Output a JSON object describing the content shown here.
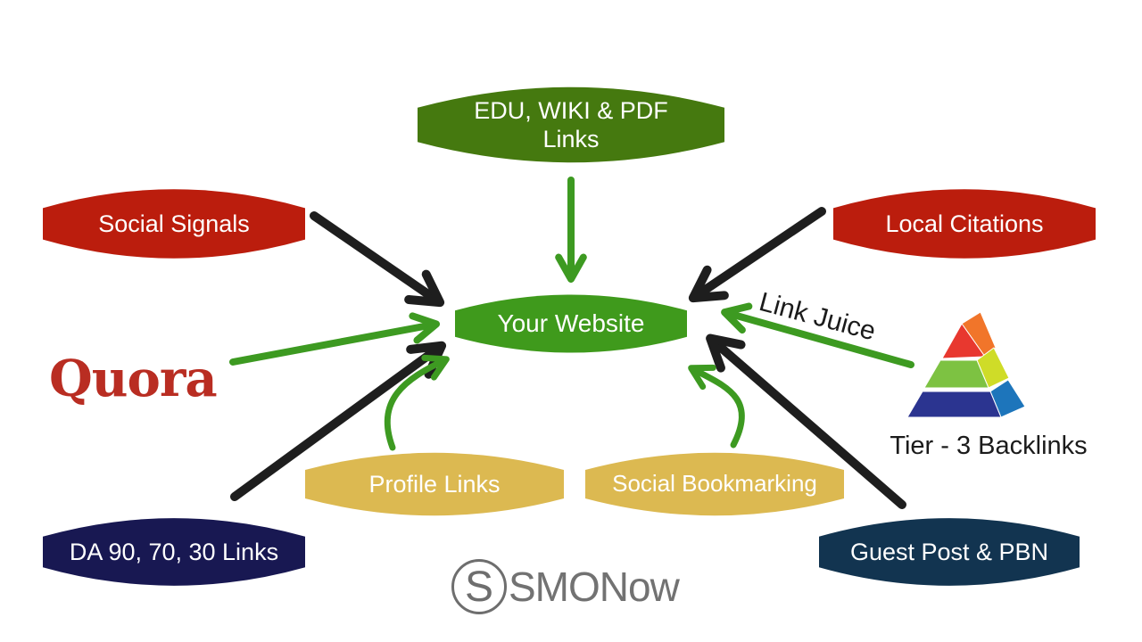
{
  "nodes": {
    "edu": {
      "label": "EDU, WIKI & PDF Links",
      "color": "#45790F"
    },
    "social_signals": {
      "label": "Social Signals",
      "color": "#BB1D0D"
    },
    "local_citations": {
      "label": "Local Citations",
      "color": "#BB1D0D"
    },
    "your_website": {
      "label": "Your Website",
      "color": "#3F9A1C"
    },
    "profile_links": {
      "label": "Profile Links",
      "color": "#DCB951"
    },
    "social_bookmarking": {
      "label": "Social Bookmarking",
      "color": "#DCB951"
    },
    "da_links": {
      "label": "DA 90, 70, 30 Links",
      "color": "#181852"
    },
    "guest_post": {
      "label": "Guest Post & PBN",
      "color": "#123450"
    }
  },
  "labels": {
    "quora": "Quora",
    "link_juice": "Link Juice",
    "tier3": "Tier - 3 Backlinks"
  },
  "logo": {
    "initial": "S",
    "name": "SMONow"
  },
  "colors": {
    "arrow_black": "#1E1E1E",
    "arrow_green": "#3D9A21",
    "quora_red": "#B92D22",
    "logo_gray": "#6E6E6E"
  },
  "pyramid_colors": {
    "red": "#E8382F",
    "orange": "#F1752A",
    "green": "#7DC242",
    "yellow": "#CFDC28",
    "navy": "#2B3490",
    "blue": "#1D75BB"
  },
  "edges": [
    {
      "from": "edu",
      "to": "your_website",
      "color": "green",
      "style": "straight"
    },
    {
      "from": "social_signals",
      "to": "your_website",
      "color": "black",
      "style": "straight"
    },
    {
      "from": "local_citations",
      "to": "your_website",
      "color": "black",
      "style": "straight"
    },
    {
      "from": "quora",
      "to": "your_website",
      "color": "green",
      "style": "straight"
    },
    {
      "from": "tier3_pyramid",
      "to": "your_website",
      "color": "green",
      "style": "straight",
      "label": "Link Juice"
    },
    {
      "from": "da_links",
      "to": "your_website",
      "color": "black",
      "style": "straight"
    },
    {
      "from": "guest_post",
      "to": "your_website",
      "color": "black",
      "style": "straight"
    },
    {
      "from": "profile_links",
      "to": "your_website",
      "color": "green",
      "style": "curved"
    },
    {
      "from": "social_bookmarking",
      "to": "your_website",
      "color": "green",
      "style": "curved"
    }
  ]
}
